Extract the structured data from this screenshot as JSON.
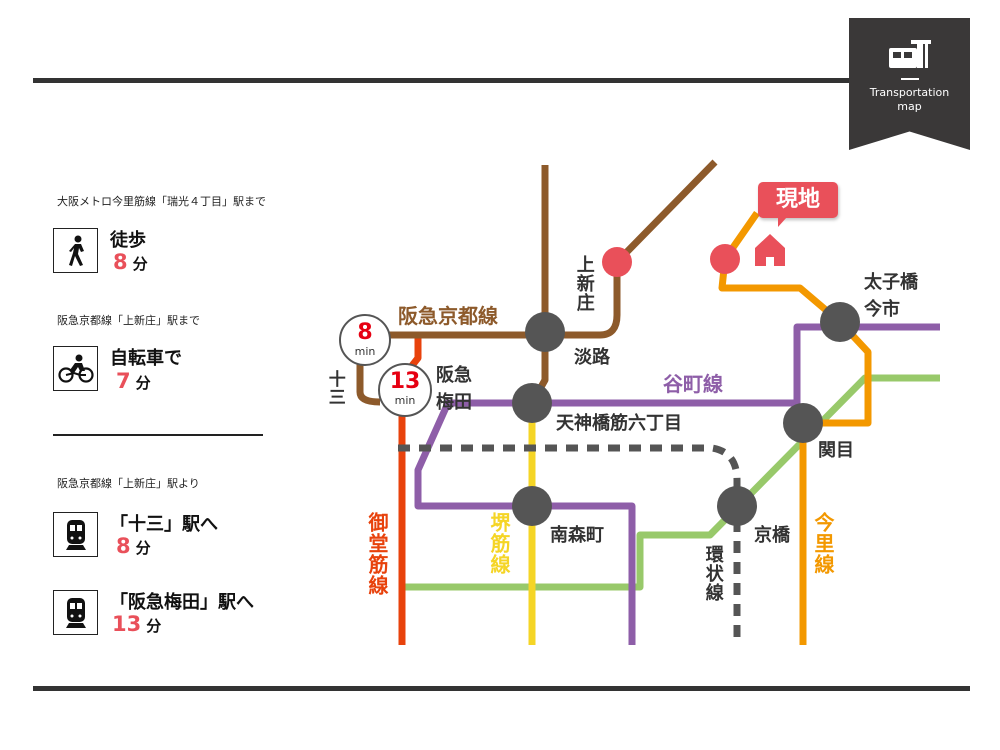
{
  "badge": {
    "title_line1": "Transportation",
    "title_line2": "map"
  },
  "left_panel": {
    "walk": {
      "section": "大阪メトロ今里筋線「瑞光４丁目」駅まで",
      "title": "徒歩",
      "minutes": "8",
      "unit": "分"
    },
    "bike": {
      "section": "阪急京都線「上新庄」駅まで",
      "title": "自転車で",
      "minutes": "7",
      "unit": "分"
    },
    "train_section": "阪急京都線「上新庄」駅より",
    "train1": {
      "title": "「十三」駅へ",
      "minutes": "8",
      "unit": "分"
    },
    "train2": {
      "title": "「阪急梅田」駅へ",
      "minutes": "13",
      "unit": "分"
    }
  },
  "map": {
    "current_location": "現地",
    "lines": {
      "hankyu_kyoto": {
        "label": "阪急京都線",
        "color": "#8d5a2b"
      },
      "tanimachi": {
        "label": "谷町線",
        "color": "#8e5ea8"
      },
      "sakaisuji": {
        "label": "堺筋線",
        "color": "#f5d526"
      },
      "midosuji": {
        "label": "御堂筋線",
        "color": "#e8420c"
      },
      "imazato": {
        "label": "今里線",
        "color": "#f39800"
      },
      "loop": {
        "label": "環状線",
        "color": "#555555"
      },
      "nagahori": {
        "color": "#98c96a"
      }
    },
    "stations": {
      "kamishinjo": "上新庄",
      "awaji": "淡路",
      "umeda_1": "阪急",
      "umeda_2": "梅田",
      "juso": "十三",
      "tenjinbashi": "天神橋筋六丁目",
      "taishibashi_1": "太子橋",
      "taishibashi_2": "今市",
      "sekime": "関目",
      "minamimorimachi": "南森町",
      "kyobashi": "京橋"
    },
    "time_badges": [
      {
        "value": "8",
        "unit": "min"
      },
      {
        "value": "13",
        "unit": "min"
      }
    ]
  }
}
